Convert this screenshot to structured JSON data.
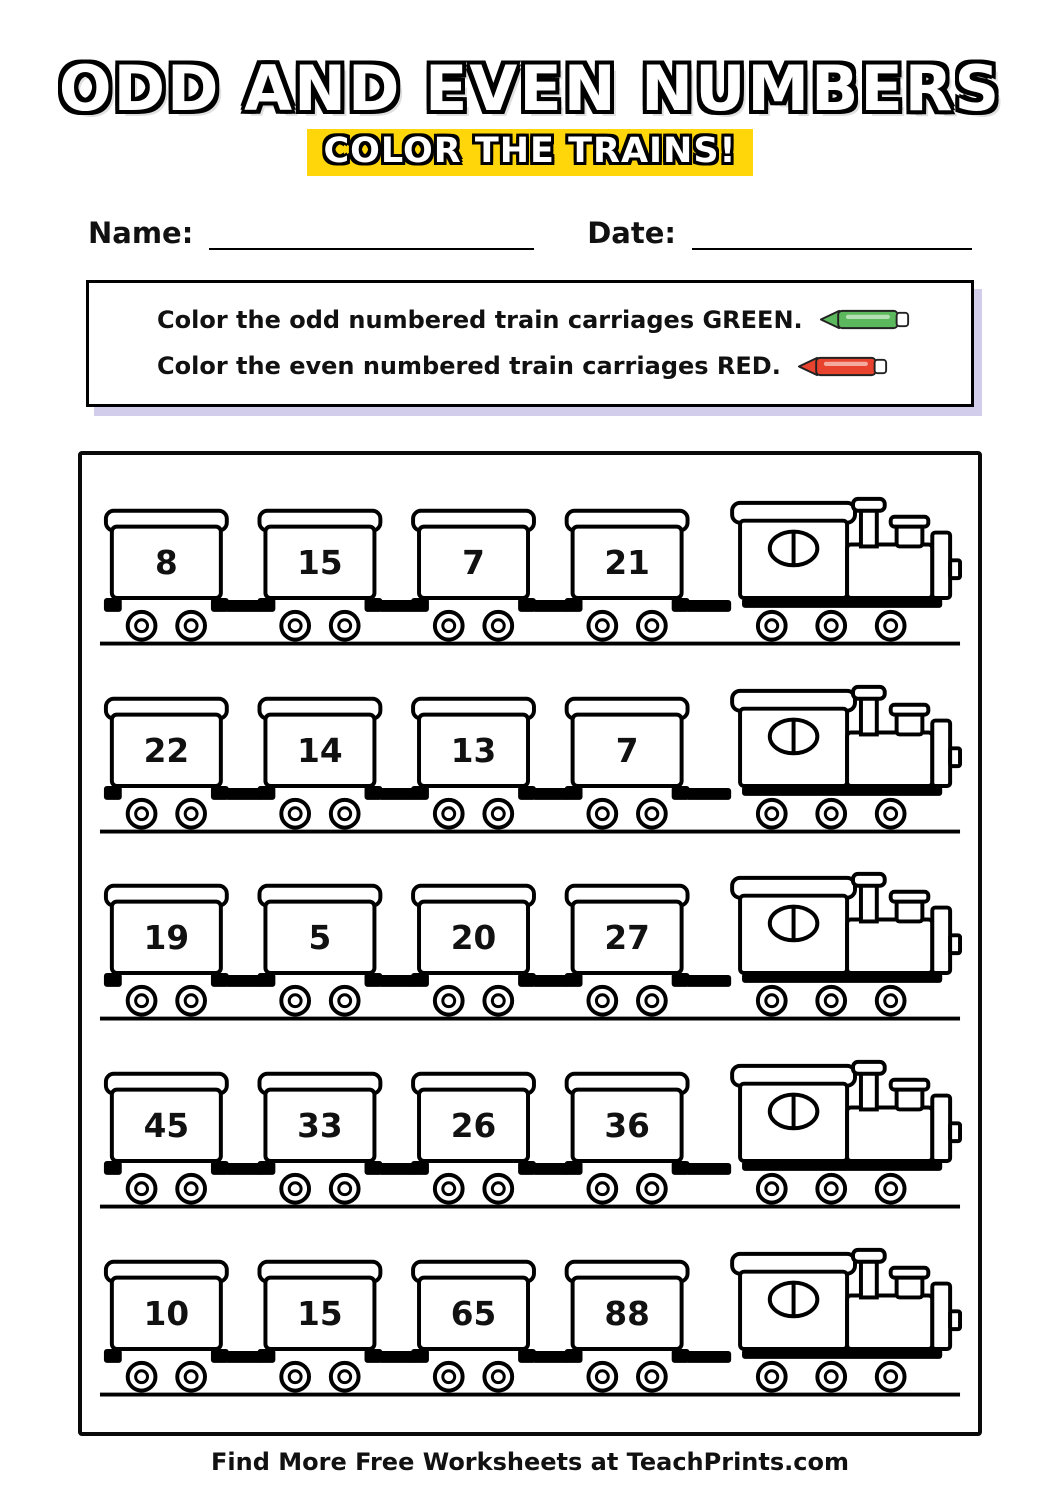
{
  "page": {
    "title": "ODD AND EVEN NUMBERS",
    "subtitle": "COLOR THE TRAINS!",
    "name_label": "Name:",
    "date_label": "Date:",
    "footer": "Find More Free Worksheets at TeachPrints.com"
  },
  "instructions": {
    "line1": "Color the odd numbered train carriages GREEN.",
    "line2": "Color the even numbered train carriages RED.",
    "crayon_green": "#5cb85c",
    "crayon_red": "#e8432e"
  },
  "trains": [
    {
      "carriages": [
        "8",
        "15",
        "7",
        "21"
      ]
    },
    {
      "carriages": [
        "22",
        "14",
        "13",
        "7"
      ]
    },
    {
      "carriages": [
        "19",
        "5",
        "20",
        "27"
      ]
    },
    {
      "carriages": [
        "45",
        "33",
        "26",
        "36"
      ]
    },
    {
      "carriages": [
        "10",
        "15",
        "65",
        "88"
      ]
    }
  ]
}
